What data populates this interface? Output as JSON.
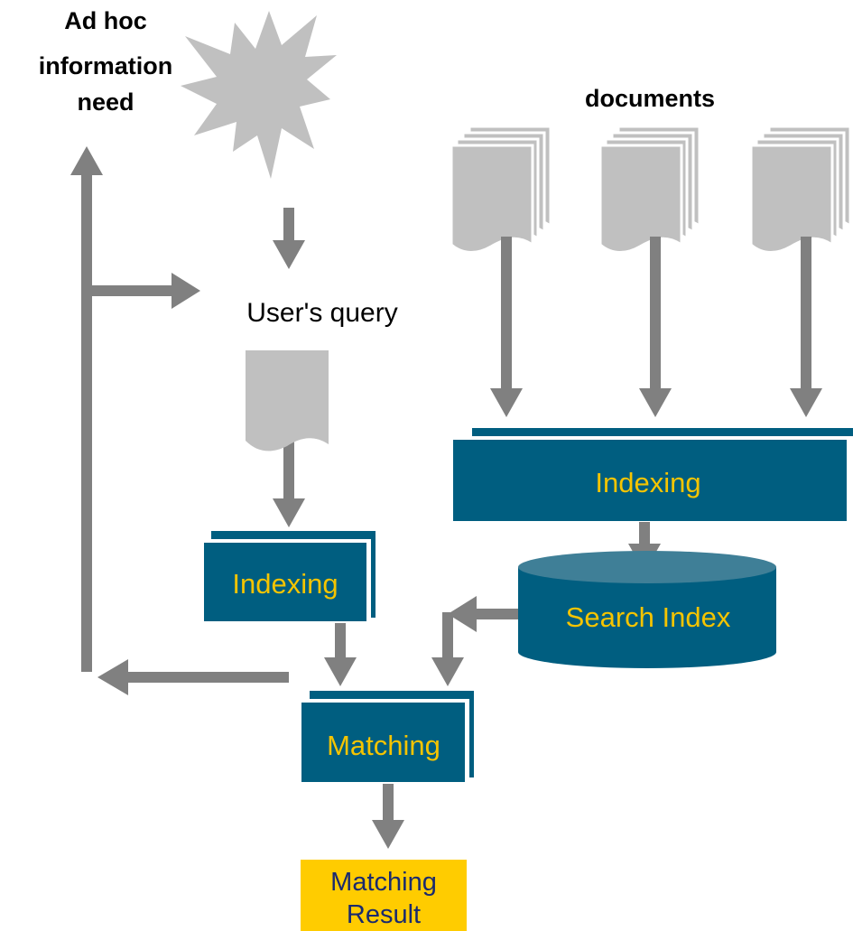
{
  "labels": {
    "need_line1": "Ad hoc",
    "need_line2": "information",
    "need_line3": "need",
    "documents": "documents",
    "user_query": "User's query",
    "doc_indexing": "Indexing",
    "query_indexing": "Indexing",
    "search_index": "Search Index",
    "matching": "Matching",
    "result_line1": "Matching",
    "result_line2": "Result"
  },
  "icons": {
    "information_need": "starburst-icon",
    "document": "document-stack-icon",
    "query": "document-icon",
    "index_store": "database-cylinder-icon"
  },
  "colors": {
    "process_box": "#005e80",
    "process_text": "#f5c400",
    "arrow": "#808080",
    "shape_fill": "#c0c0c0",
    "result_fill": "#ffcc00",
    "result_text": "#1a2a6e"
  }
}
